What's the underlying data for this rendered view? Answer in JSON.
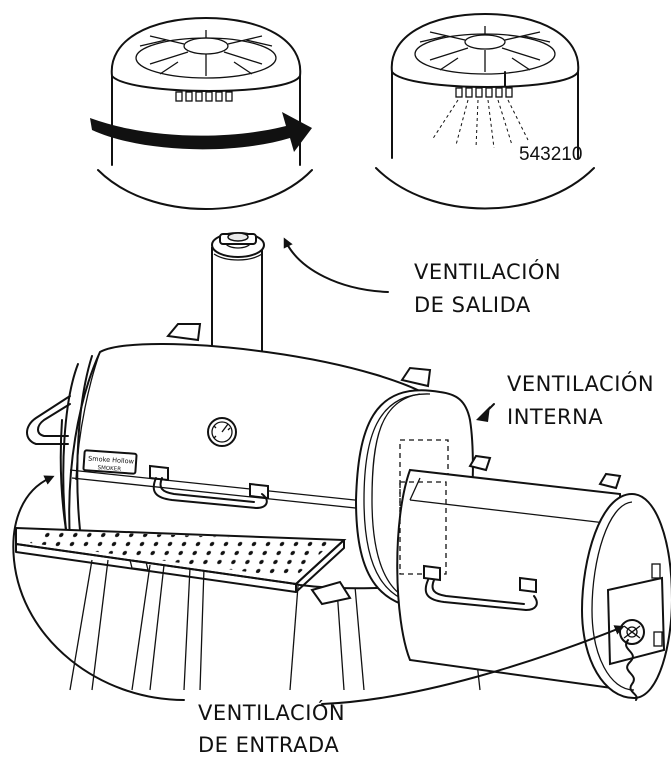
{
  "labels": {
    "outlet_line1": "VENTILACIÓN",
    "outlet_line2": "DE SALIDA",
    "internal_line1": "VENTILACIÓN",
    "internal_line2": "INTERNA",
    "inlet_line1": "VENTILACIÓN",
    "inlet_line2": "DE ENTRADA"
  },
  "scale_numbers": "543210",
  "brand_badge": {
    "line1": "Smoke Hollow",
    "line2": "SMOKER"
  }
}
